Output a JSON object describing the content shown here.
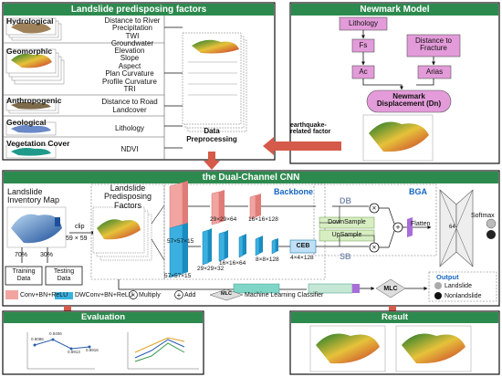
{
  "factors": {
    "title": "Landslide predisposing factors",
    "groups": [
      {
        "name": "Hydrological",
        "items": "Distance to River\nPrecipitation\nTWI\nGroundwater"
      },
      {
        "name": "Geomorphic",
        "items": "Elevation\nSlope\nAspect\nPlan Curvature\nProfile Curvature\nTRI"
      },
      {
        "name": "Anthropogenic",
        "items": "Distance to Road\nLandcover"
      },
      {
        "name": "Geological",
        "items": "Lithology"
      },
      {
        "name": "Vegetation Cover",
        "items": "NDVI"
      }
    ]
  },
  "preprocessing": {
    "label": "Data\nPreprocessing"
  },
  "newmark": {
    "title": "Newmark Model",
    "lithology": "Lithology",
    "fs": "Fs",
    "distance_to_fracture": "Distance to\nFracture",
    "ac": "Ac",
    "arias": "Arias",
    "displacement": "Newmark\nDisplacement (Dn)",
    "earthquake": "earthquake-\nrelated factor"
  },
  "cnn": {
    "title": "the Dual-Channel CNN",
    "inventory": "Landslide\nInventory Map",
    "clip": "clip",
    "clip_size": "59 × 59",
    "pct_train": "70%",
    "pct_test": "30%",
    "training": "Training\nData",
    "testing": "Testing\nData",
    "predisposing": "Landslide\nPredisposing\nFactors",
    "backbone": "Backbone",
    "bga": "BGA",
    "db": "DB",
    "sb": "SB",
    "downsample": "DownSample",
    "upsample": "UpSample",
    "flatten": "Flatten",
    "softmax": "Softmax",
    "fc_units": "64",
    "ceb": "CEB",
    "dims": {
      "top1": "57×57×15",
      "top2": "29×29×64",
      "top3": "16×16×128",
      "bot1": "57×57×15",
      "bot2": "29×29×32",
      "bot3": "16×16×64",
      "bot4": "8×8×128",
      "bot5": "4×4×128"
    }
  },
  "legend": {
    "conv": "Conv+BN+ReLU",
    "dwconv": "DWConv+BN+ReLU",
    "multiply": "Multiply",
    "add": "Add",
    "mlc_badge": "MLC",
    "mlc_text": "Machine Learning Classifier"
  },
  "mlc": "MLC",
  "output": {
    "title": "Output",
    "landslide": "Landslide",
    "nonlandslide": "Nonlandslide"
  },
  "evaluation": {
    "title": "Evaluation",
    "values": [
      "0.9086",
      "0.9406",
      "0.8913",
      "0.8916"
    ]
  },
  "result": {
    "title": "Result"
  },
  "colors": {
    "header": "#2d8a4e",
    "accent_red": "#d55a4a",
    "pink": "#e39bd9",
    "conv_cyan": "#3bb0e0",
    "conv_pink": "#f2a4a0",
    "frame": "#111111"
  }
}
